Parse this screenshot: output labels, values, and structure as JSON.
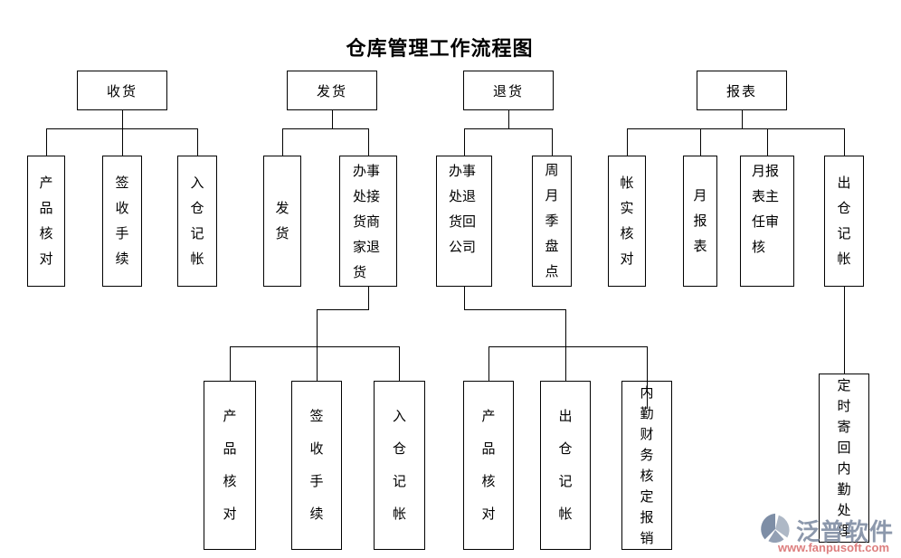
{
  "title": "仓库管理工作流程图",
  "nodes": {
    "receiving": "收货",
    "shipping": "发货",
    "returns": "退货",
    "reports": "报表",
    "recv_product_check": "产品核对",
    "recv_sign_procedure": "签收手续",
    "recv_inbound_bookkeeping": "入仓　记帐",
    "ship_dispatch": "发　货",
    "ship_office_pickup_merchant_return": "办事处接货商家退货",
    "ret_office_return_to_company": "办事处退货回公司",
    "ret_periodic_stocktake": "周月季盘点",
    "rep_account_reality_check": "帐实核对",
    "rep_monthly_report": "月报表",
    "rep_report_director_review": "月报表主任审核",
    "rep_outbound_bookkeeping": "出仓　记帐",
    "ship2_product_check": "产品核对",
    "ship2_sign_procedure": "签收手续",
    "ship2_inbound_bookkeeping": "入仓　记帐",
    "ret2_product_check": "产品核对",
    "ret2_outbound_bookkeeping": "出仓　记帐",
    "ret2_internal_finance_expense_approval": "内勤财务核定报销",
    "rep2_timed_mail_internal_processing": "定时寄回内勤处理"
  },
  "colors": {
    "line": "#000000",
    "title": "#000000",
    "watermark_brand": "#8c98ac",
    "watermark_url": "#dd7e7e"
  },
  "watermark": {
    "brand": "泛普软件",
    "url": "www.fanpusoft.com"
  }
}
